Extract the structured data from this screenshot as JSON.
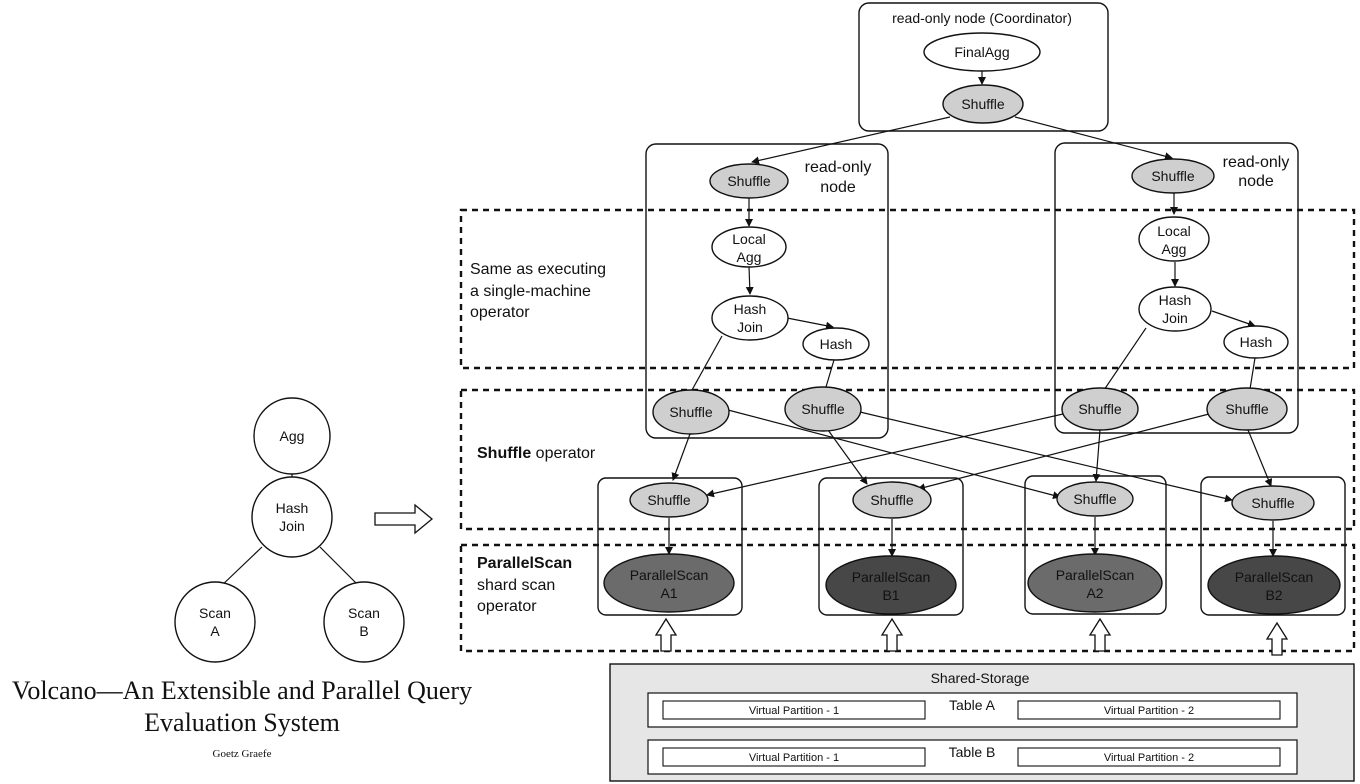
{
  "left_tree": {
    "agg": "Agg",
    "hash_join": [
      "Hash",
      "Join"
    ],
    "scan_a": [
      "Scan",
      "A"
    ],
    "scan_b": [
      "Scan",
      "B"
    ]
  },
  "citation": {
    "title_line1": "Volcano—An Extensible and Parallel Query",
    "title_line2": "Evaluation System",
    "author": "Goetz Graefe"
  },
  "coordinator": {
    "label": "read-only node (Coordinator)",
    "final_agg": "FinalAgg",
    "shuffle": "Shuffle"
  },
  "read_only_label": [
    "read-only",
    "node"
  ],
  "shuffle_label": "Shuffle",
  "local_agg": [
    "Local",
    "Agg"
  ],
  "hash_join": [
    "Hash",
    "Join"
  ],
  "hash": "Hash",
  "region_single_machine": [
    "Same as executing",
    "a single-machine",
    "operator"
  ],
  "region_shuffle": {
    "bold": "Shuffle",
    "rest": " operator"
  },
  "region_parallel_scan": {
    "bold": "ParallelScan",
    "line2": "shard scan",
    "line3": "operator"
  },
  "parallel_scans": [
    {
      "line1": "ParallelScan",
      "line2": "A1",
      "color": "#6b6b6b"
    },
    {
      "line1": "ParallelScan",
      "line2": "B1",
      "color": "#474747"
    },
    {
      "line1": "ParallelScan",
      "line2": "A2",
      "color": "#6b6b6b"
    },
    {
      "line1": "ParallelScan",
      "line2": "B2",
      "color": "#474747"
    }
  ],
  "storage": {
    "title": "Shared-Storage",
    "table_a": "Table A",
    "table_b": "Table B",
    "partition_1": "Virtual Partition - 1",
    "partition_2": "Virtual Partition - 2"
  },
  "colors": {
    "shuffle_fill": "#cfcfcf",
    "storage_fill": "#e6e6e6"
  }
}
